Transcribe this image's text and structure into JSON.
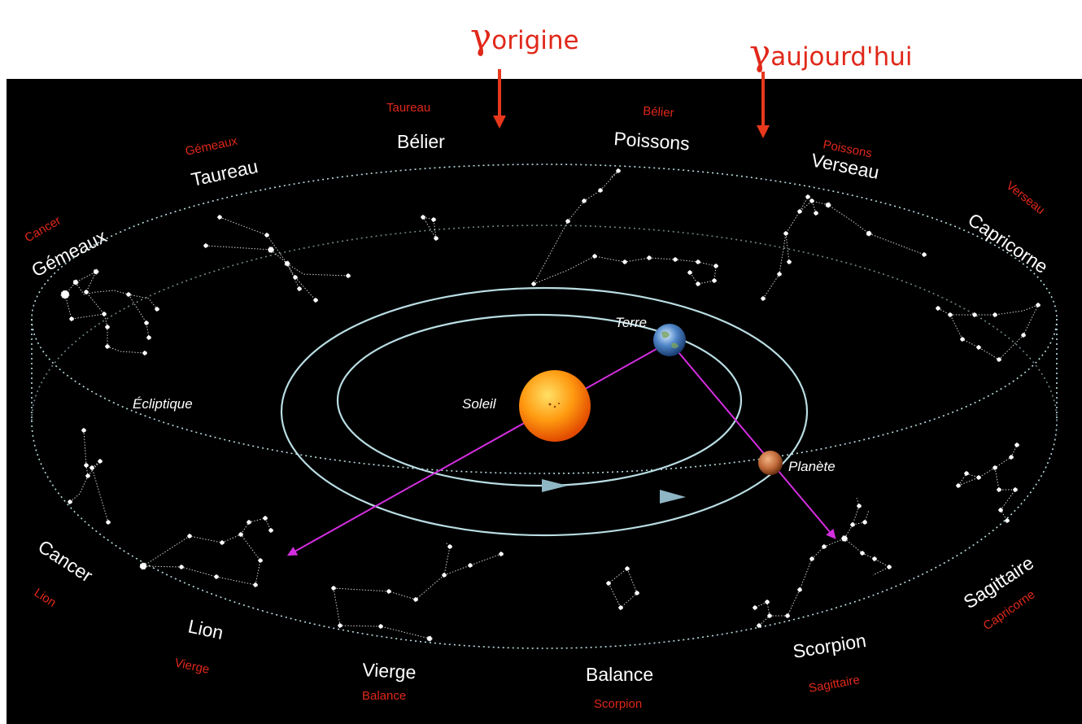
{
  "top_labels": {
    "origin": {
      "symbol": "γ",
      "text": "origine"
    },
    "today": {
      "symbol": "γ",
      "text": "aujourd'hui"
    }
  },
  "constellations": [
    {
      "id": "belier",
      "name": "Bélier",
      "sign": "Taureau"
    },
    {
      "id": "poissons",
      "name": "Poissons",
      "sign": "Bélier"
    },
    {
      "id": "taureau",
      "name": "Taureau",
      "sign": "Gémeaux"
    },
    {
      "id": "verseau",
      "name": "Verseau",
      "sign": "Poissons"
    },
    {
      "id": "gemeaux",
      "name": "Gémeaux",
      "sign": "Cancer"
    },
    {
      "id": "capricorne",
      "name": "Capricorne",
      "sign": "Verseau"
    },
    {
      "id": "cancer",
      "name": "Cancer",
      "sign": "Lion"
    },
    {
      "id": "lion",
      "name": "Lion",
      "sign": "Vierge"
    },
    {
      "id": "vierge",
      "name": "Vierge",
      "sign": "Balance"
    },
    {
      "id": "balance",
      "name": "Balance",
      "sign": "Scorpion"
    },
    {
      "id": "scorpion",
      "name": "Scorpion",
      "sign": "Sagittaire"
    },
    {
      "id": "sagittaire",
      "name": "Sagittaire",
      "sign": "Capricorne"
    }
  ],
  "bodies": {
    "earth": "Terre",
    "sun": "Soleil",
    "planet": "Planète",
    "ecliptic": "Écliptique"
  },
  "colors": {
    "label_red": "#e0281a",
    "background": "#000000",
    "orbit": "#b9dde3",
    "sight_line": "#d42ee0",
    "arrow": "#e8381c"
  }
}
